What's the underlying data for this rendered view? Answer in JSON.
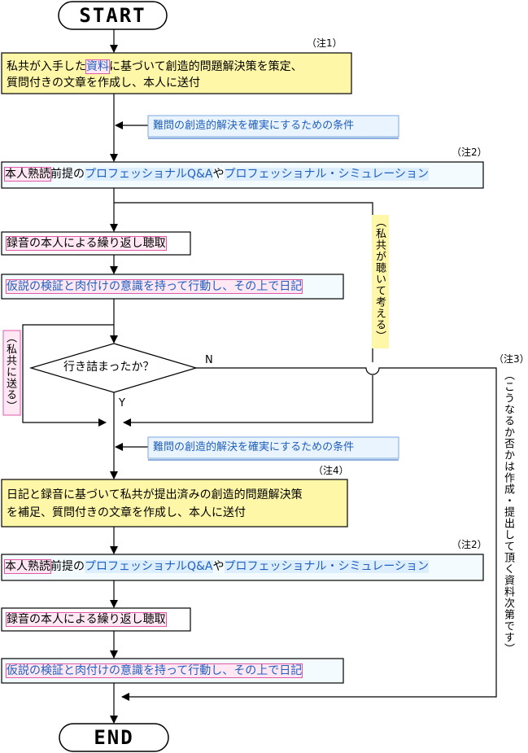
{
  "terminals": {
    "start": "START",
    "end": "END"
  },
  "steps": {
    "step1": {
      "line1_a": "私共が入手した",
      "line1_b": "資料",
      "line1_c": "に基づいて創造的問題解決策を策定、",
      "line2": "質問付きの文章を作成し、本人に送付"
    },
    "cond1": "難問の創造的解決を確実にするための条件",
    "step2": {
      "a": "本人熟読",
      "b": "前提の",
      "c": "プロフェッショナルQ&A",
      "d": "や",
      "e": "プロフェッショナル・シミュレーション"
    },
    "step3": "録音の本人による繰り返し聴取",
    "step4": "仮説の検証と肉付けの意識を持って行動し、その上で日記",
    "decision": "行き詰まったか？",
    "yes_label": "Y",
    "no_label": "N",
    "cond2": "難問の創造的解決を確実にするための条件",
    "step5": {
      "line1": "日記と録音に基づいて私共が提出済みの創造的問題解決策",
      "line2": "を補足、質問付きの文章を作成し、本人に送付"
    },
    "step6": {
      "a": "本人熟読",
      "b": "前提の",
      "c": "プロフェッショナルQ&A",
      "d": "や",
      "e": "プロフェッショナル・シミュレーション"
    },
    "step7": "録音の本人による繰り返し聴取",
    "step8": "仮説の検証と肉付けの意識を持って行動し、その上で日記"
  },
  "notes": {
    "note1": "（注1）",
    "note2a": "（注2）",
    "note4": "（注4）",
    "note2b": "（注2）",
    "note3": "（注3）"
  },
  "side_labels": {
    "we_listen": "（私共が聴いて考える）",
    "send_to_us": "（私共に送る）",
    "depends": "（こうなるか否かは作成・提出して頂く資料次第です）"
  },
  "colors": {
    "yellow_fill": "#fff7a8",
    "blue_fill": "#eaf4ff",
    "pink_border": "#e05aa8",
    "blue_text": "#1f5fbf"
  }
}
